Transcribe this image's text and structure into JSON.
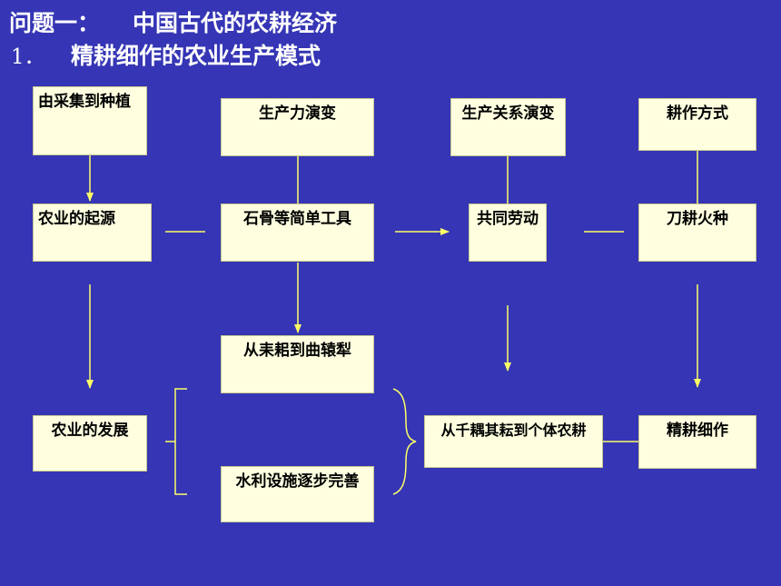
{
  "title": {
    "question": "问题一：",
    "main": "中国古代的农耕经济",
    "sub_number": "1．",
    "sub_text": "精耕细作的农业生产模式"
  },
  "boxes": {
    "caiji": "由采集到种植",
    "shengchanli": "生产力演变",
    "guanxi": "生产关系演变",
    "fangshi": "耕作方式",
    "qiyuan": "农业的起源",
    "gongju": "石骨等简单工具",
    "gongtong": "共同劳动",
    "daogeng": "刀耕火种",
    "leisi": "从耒耜到曲辕犁",
    "fazhan": "农业的发展",
    "ougeng": "从千耦其耘到个体农耕",
    "jinggeng": "精耕细作",
    "shuili": "水利设施逐步完善"
  },
  "colors": {
    "background": "#3535b5",
    "box": "#ffffe0",
    "connector": "#ffff66"
  }
}
